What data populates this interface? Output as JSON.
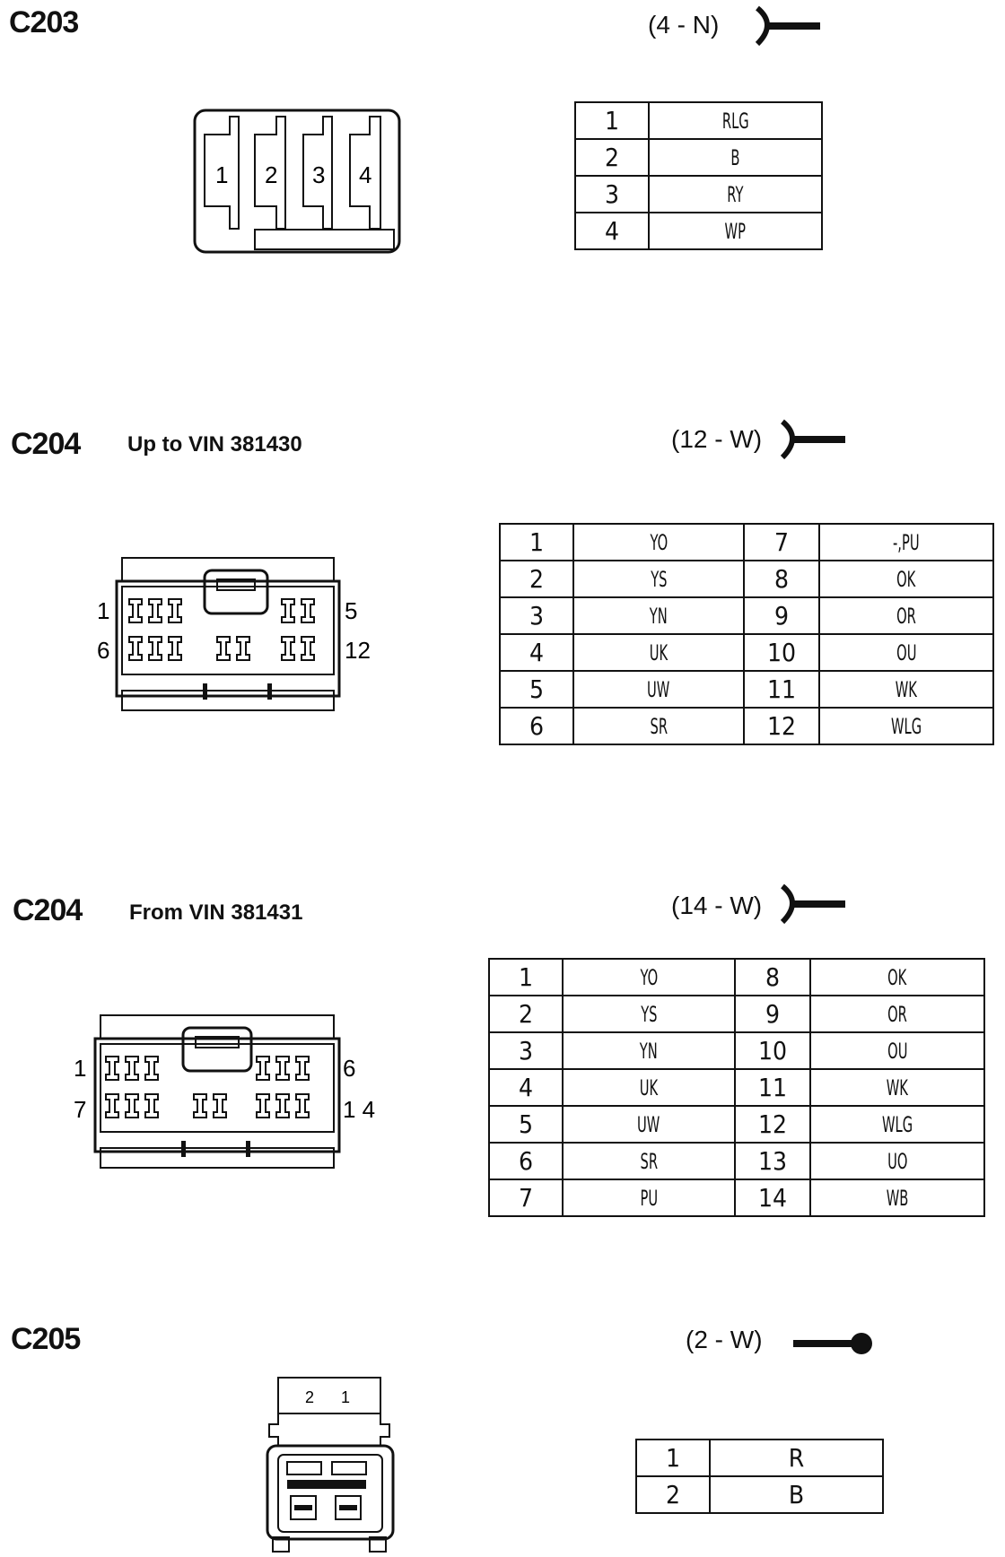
{
  "sections": [
    {
      "id": "C203",
      "title": "C203",
      "subtitle": "",
      "code": "(4 - N)",
      "face_labels": [
        "1",
        "2",
        "3",
        "4"
      ],
      "pins": [
        {
          "pin": "1",
          "color": "RLG"
        },
        {
          "pin": "2",
          "color": "B"
        },
        {
          "pin": "3",
          "color": "RY"
        },
        {
          "pin": "4",
          "color": "WP"
        }
      ]
    },
    {
      "id": "C204a",
      "title": "C204",
      "subtitle": "Up to VIN 381430",
      "code": "(12 - W)",
      "face_labels": {
        "tl": "1",
        "tr": "5",
        "bl": "6",
        "br": "12"
      },
      "pins_left": [
        {
          "pin": "1",
          "color": "YO"
        },
        {
          "pin": "2",
          "color": "YS"
        },
        {
          "pin": "3",
          "color": "YN"
        },
        {
          "pin": "4",
          "color": "UK"
        },
        {
          "pin": "5",
          "color": "UW"
        },
        {
          "pin": "6",
          "color": "SR"
        }
      ],
      "pins_right": [
        {
          "pin": "7",
          "color": "-,PU"
        },
        {
          "pin": "8",
          "color": "OK"
        },
        {
          "pin": "9",
          "color": "OR"
        },
        {
          "pin": "10",
          "color": "OU"
        },
        {
          "pin": "11",
          "color": "WK"
        },
        {
          "pin": "12",
          "color": "WLG"
        }
      ]
    },
    {
      "id": "C204b",
      "title": "C204",
      "subtitle": "From VIN 381431",
      "code": "(14 - W)",
      "face_labels": {
        "tl": "1",
        "tr": "6",
        "bl": "7",
        "br": "1 4"
      },
      "pins_left": [
        {
          "pin": "1",
          "color": "YO"
        },
        {
          "pin": "2",
          "color": "YS"
        },
        {
          "pin": "3",
          "color": "YN"
        },
        {
          "pin": "4",
          "color": "UK"
        },
        {
          "pin": "5",
          "color": "UW"
        },
        {
          "pin": "6",
          "color": "SR"
        },
        {
          "pin": "7",
          "color": "PU"
        }
      ],
      "pins_right": [
        {
          "pin": "8",
          "color": "OK"
        },
        {
          "pin": "9",
          "color": "OR"
        },
        {
          "pin": "10",
          "color": "OU"
        },
        {
          "pin": "11",
          "color": "WK"
        },
        {
          "pin": "12",
          "color": "WLG"
        },
        {
          "pin": "13",
          "color": "UO"
        },
        {
          "pin": "14",
          "color": "WB"
        }
      ]
    },
    {
      "id": "C205",
      "title": "C205",
      "subtitle": "",
      "code": "(2 - W)",
      "face_labels": [
        "2",
        "1"
      ],
      "pins": [
        {
          "pin": "1",
          "color": "R"
        },
        {
          "pin": "2",
          "color": "B"
        }
      ]
    }
  ]
}
